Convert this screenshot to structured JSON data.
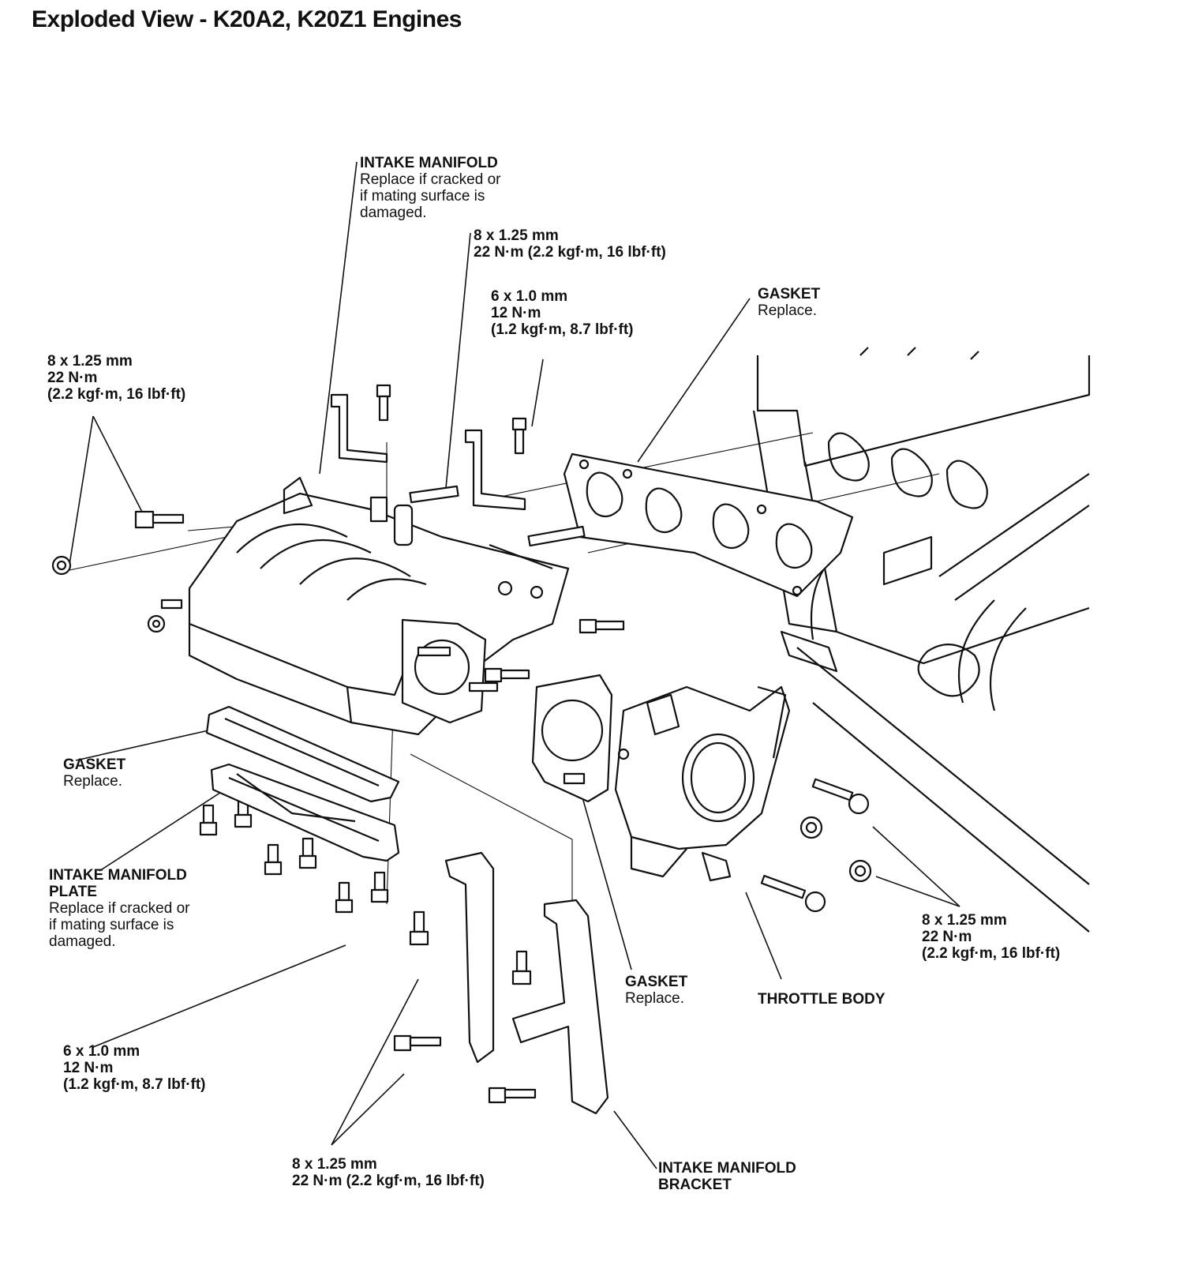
{
  "title": "Exploded View - K20A2, K20Z1 Engines",
  "callouts": {
    "intake_manifold": {
      "name": "INTAKE MANIFOLD",
      "note": [
        "Replace if cracked or",
        "if mating surface is",
        "damaged."
      ]
    },
    "bolt_top_center": {
      "size": "8 x 1.25 mm",
      "torque": "22 N·m (2.2 kgf·m, 16 lbf·ft)"
    },
    "bolt_top_6mm": {
      "size": "6 x 1.0 mm",
      "torque": "12 N·m",
      "torque_alt": "(1.2 kgf·m, 8.7 lbf·ft)"
    },
    "gasket_top": {
      "name": "GASKET",
      "note": "Replace."
    },
    "bolt_top_left": {
      "size": "8 x 1.25 mm",
      "torque": "22 N·m",
      "torque_alt": "(2.2 kgf·m, 16 lbf·ft)"
    },
    "gasket_left": {
      "name": "GASKET",
      "note": "Replace."
    },
    "intake_manifold_plate": {
      "name_line1": "INTAKE MANIFOLD",
      "name_line2": "PLATE",
      "note": [
        "Replace if cracked or",
        "if mating surface is",
        "damaged."
      ]
    },
    "bolt_bottom_6mm": {
      "size": "6 x 1.0 mm",
      "torque": "12 N·m",
      "torque_alt": "(1.2 kgf·m, 8.7 lbf·ft)"
    },
    "bolt_bottom_center": {
      "size": "8 x 1.25 mm",
      "torque": "22 N·m (2.2 kgf·m, 16 lbf·ft)"
    },
    "gasket_throttle": {
      "name": "GASKET",
      "note": "Replace."
    },
    "throttle_body": {
      "name": "THROTTLE BODY"
    },
    "bolt_right": {
      "size": "8 x 1.25 mm",
      "torque": "22 N·m",
      "torque_alt": "(2.2 kgf·m, 16 lbf·ft)"
    },
    "intake_manifold_bracket": {
      "name_line1": "INTAKE MANIFOLD",
      "name_line2": "BRACKET"
    }
  }
}
